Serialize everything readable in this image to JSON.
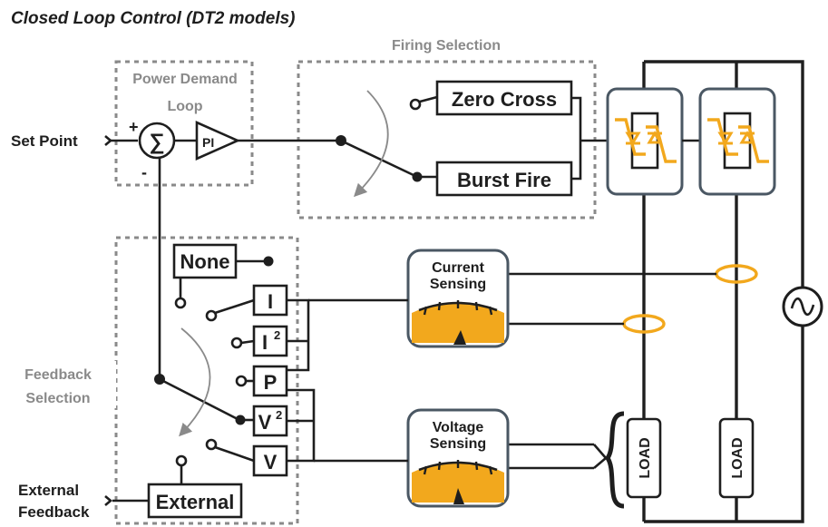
{
  "title": "Closed Loop Control (DT2 models)",
  "sections": {
    "firing_selection": "Firing Selection",
    "power_demand_loop_line1": "Power Demand",
    "power_demand_loop_line2": "Loop",
    "feedback_selection_line1": "Feedback",
    "feedback_selection_line2": "Selection"
  },
  "inputs": {
    "set_point": "Set Point",
    "external_feedback_line1": "External",
    "external_feedback_line2": "Feedback"
  },
  "summing_junction": {
    "symbol": "∑",
    "plus": "+",
    "minus": "-"
  },
  "controller": {
    "label": "PI"
  },
  "firing_modes": [
    "Zero Cross",
    "Burst Fire"
  ],
  "feedback_options": {
    "none": "None",
    "current": "I",
    "current_squared_base": "I",
    "current_squared_sup": "2",
    "power": "P",
    "voltage_squared_base": "V",
    "voltage_squared_sup": "2",
    "voltage": "V",
    "external": "External"
  },
  "sensors": {
    "current_line1": "Current",
    "current_line2": "Sensing",
    "voltage_line1": "Voltage",
    "voltage_line2": "Sensing"
  },
  "loads": [
    "LOAD",
    "LOAD"
  ],
  "icons": [
    "thyristor-icon",
    "meter-icon",
    "ac-source-icon",
    "current-transformer-icon"
  ],
  "colors": {
    "accent": "#f2a81d",
    "line": "#1e1e1e",
    "section_gray": "#8a8a8a",
    "module_border": "#4a5763"
  }
}
